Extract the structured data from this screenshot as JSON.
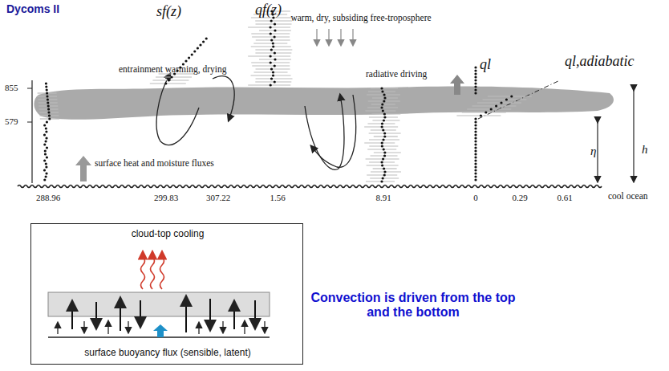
{
  "diagram": {
    "title": "Dycoms II",
    "nodes": [
      {
        "text": [
          "cloud-top cooling",
          "surface buoyancy flux (sensible, latent)"
        ]
      }
    ],
    "labels": [
      "sf(z)",
      "qf(z)",
      "warm, dry, subsiding free-troposphere",
      "entrainment warming, drying",
      "radiative driving",
      "ql",
      "ql,adiabatic",
      "855",
      "579",
      "η",
      "h",
      "surface heat and moisture fluxes",
      "288.96",
      "299.83",
      "307.22",
      "1.56",
      "8.91",
      "0",
      "0.29",
      "0.61",
      "cool ocean",
      "Convection is driven from the top and the bottom"
    ]
  }
}
